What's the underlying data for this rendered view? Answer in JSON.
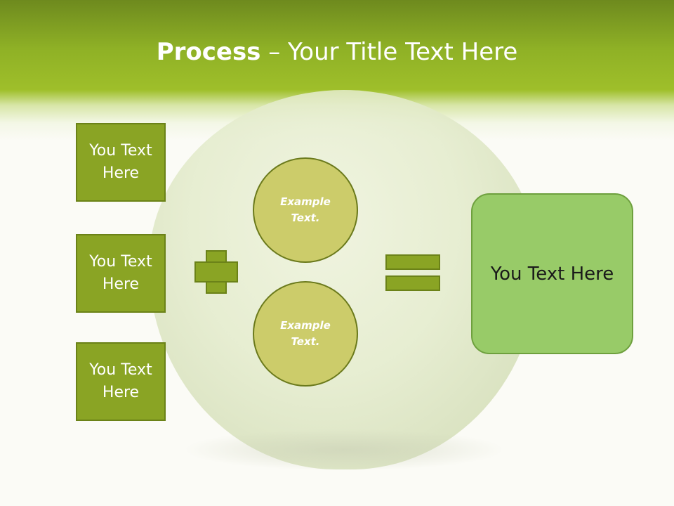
{
  "slide": {
    "title_bold": "Process",
    "title_rest": " – Your Title Text Here",
    "inputs": [
      {
        "label": "You Text Here"
      },
      {
        "label": "You Text Here"
      },
      {
        "label": "You Text Here"
      }
    ],
    "circles": [
      {
        "label": "Example Text."
      },
      {
        "label": "Example Text."
      }
    ],
    "result_label": "You Text Here",
    "operators": {
      "plus": "plus-icon",
      "equals": "equals-icon"
    },
    "colors": {
      "header": "#9fbf2a",
      "box_fill": "#8aa424",
      "circle_fill": "#cccc6a",
      "result_fill": "#98cb68"
    }
  }
}
